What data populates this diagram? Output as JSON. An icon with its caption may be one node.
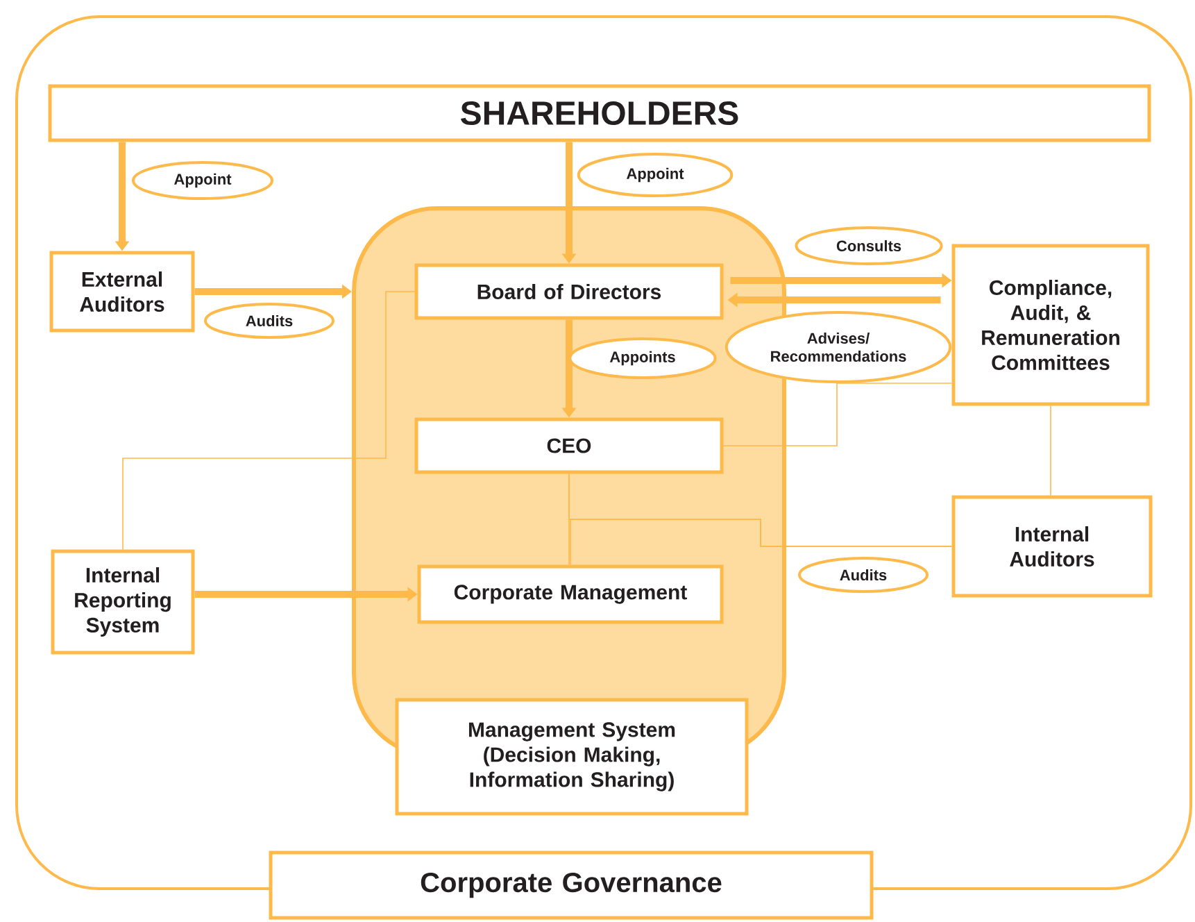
{
  "diagram": {
    "nodes": [
      {
        "text": [
          "Corporate Governance"
        ]
      },
      {
        "text": [
          "SHAREHOLDERS"
        ],
        "in": 0
      },
      {
        "text": [
          "External Auditors"
        ],
        "in": 0
      },
      {
        "text": [
          "Management System (Decision Making, Information Sharing)"
        ],
        "in": 0
      },
      {
        "text": [
          "Board of Directors"
        ],
        "in": 3
      },
      {
        "text": [
          "CEO"
        ],
        "in": 3
      },
      {
        "text": [
          "Corporate Management"
        ],
        "in": 3
      },
      {
        "text": [
          "Compliance, Audit, & Remuneration Committees"
        ],
        "in": 0
      },
      {
        "text": [
          "Internal Auditors"
        ],
        "in": 0
      },
      {
        "text": [
          "Internal Reporting System"
        ],
        "in": 0
      }
    ],
    "edges": [
      {
        "from": 1,
        "to": 2,
        "arrow": "to",
        "label": "Appoint"
      },
      {
        "from": 1,
        "to": 4,
        "arrow": "to",
        "label": "Appoint"
      },
      {
        "from": 2,
        "to": 3,
        "arrow": "to",
        "label": "Audits"
      },
      {
        "from": 4,
        "to": 7,
        "arrow": "to",
        "label": "Consults"
      },
      {
        "from": 7,
        "to": 4,
        "arrow": "to",
        "label": "Advises/ Recommendations"
      },
      {
        "from": 4,
        "to": 5,
        "arrow": "to",
        "label": "Appoints"
      },
      {
        "from": 9,
        "to": 6,
        "arrow": "to"
      },
      {
        "from": 9,
        "to": 4,
        "arrow": "none"
      },
      {
        "from": 5,
        "to": 7,
        "arrow": "none"
      },
      {
        "from": 7,
        "to": 8,
        "arrow": "none"
      },
      {
        "from": 5,
        "to": 6,
        "arrow": "none"
      },
      {
        "from": 8,
        "to": 5,
        "arrow": "none",
        "label": "Audits"
      },
      {
        "from": 8,
        "to": 6,
        "arrow": "none"
      }
    ]
  }
}
